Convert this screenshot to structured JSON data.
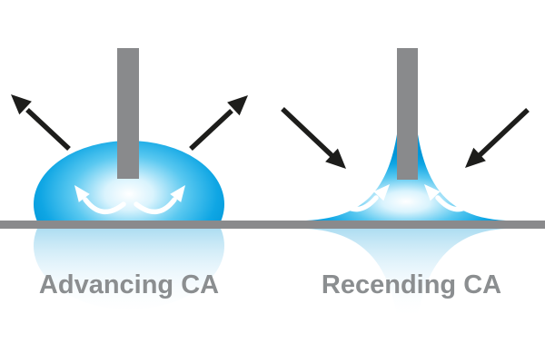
{
  "diagram": {
    "subject": "contact-angle-measurement",
    "panels": [
      {
        "id": "advancing",
        "label": "Advancing CA",
        "force_arrows_direction": "outward-upward",
        "liquid_arrows_direction": "outward",
        "droplet_shape": "dome"
      },
      {
        "id": "receding",
        "label": "Recending CA",
        "force_arrows_direction": "inward-downward",
        "liquid_arrows_direction": "inward",
        "droplet_shape": "concave-tent"
      }
    ],
    "icons": {
      "force_arrow": "straight-black-arrow",
      "liquid_flow_arrow": "curved-white-arrow",
      "needle": "gray-vertical-rod",
      "surface": "gray-horizontal-line"
    },
    "colors": {
      "background": "#ffffff",
      "droplet_blue": "#009ade",
      "droplet_mid_blue": "#59c8f0",
      "droplet_highlight": "#ffffff",
      "reflection_blue": "#9fd7ef",
      "needle_gray": "#898a8c",
      "surface_gray": "#8a8a8c",
      "label_gray": "#8b8e90",
      "arrow_black": "#1d1d1b",
      "liquid_arrow_white": "#ffffff"
    }
  }
}
